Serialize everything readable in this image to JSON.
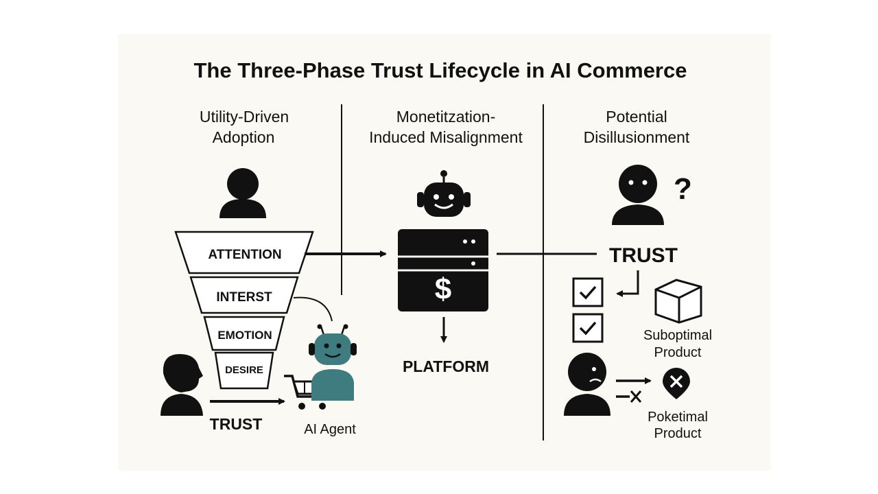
{
  "title": "The Three-Phase Trust Lifecycle in AI Commerce",
  "phases": [
    {
      "heading_lines": [
        "Utility-Driven",
        "Adoption"
      ],
      "funnel_stages": [
        "ATTENTION",
        "INTERST",
        "EMOTION",
        "DESIRE"
      ],
      "trust_label": "TRUST",
      "agent_label": "AI Agent"
    },
    {
      "heading_lines": [
        "Monetitzation-",
        "Induced Misalignment"
      ],
      "platform_label": "PLATFORM"
    },
    {
      "heading_lines": [
        "Potential",
        "Disillusionment"
      ],
      "trust_label": "TRUST",
      "question_mark": "?",
      "suboptimal_lines": [
        "Suboptimal",
        "Product"
      ],
      "poketimal_lines": [
        "Poketimal",
        "Product"
      ]
    }
  ],
  "colors": {
    "background": "#ffffff",
    "panel": "#fbf9f4",
    "ink": "#111111",
    "agent_teal": "#3f7c80"
  },
  "icons": [
    "person-icon",
    "robot-icon",
    "server-dollar-icon",
    "shopping-cart-icon",
    "checkbox-icon",
    "box-icon",
    "x-pin-icon"
  ]
}
